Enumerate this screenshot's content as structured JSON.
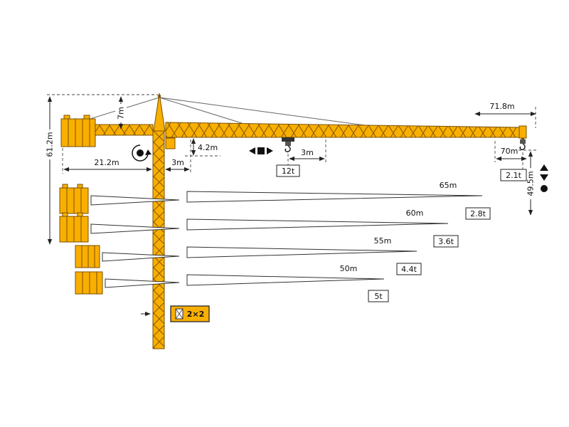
{
  "diagram": {
    "type": "tower-crane-dimension-and-capacity-diagram",
    "colors": {
      "crane_yellow": "#F9AF00",
      "outline_brown": "#7B5200",
      "line": "#222222"
    },
    "dimensions": {
      "total_radius": "71.8m",
      "tower_head": "7m",
      "overall_height": "61.2m",
      "counterjib_radius": "21.2m",
      "rear_offset": "3m",
      "jib_section_height": "4.2m",
      "trolley_offset": "3m",
      "max_radius": "70m",
      "hook_height": "49.5m"
    },
    "max_load": "12t",
    "tip_load": "2.1t",
    "mast_section": "2×2",
    "jib_variants": [
      {
        "length": "65m",
        "capacity": "2.8t"
      },
      {
        "length": "60m",
        "capacity": "3.6t"
      },
      {
        "length": "55m",
        "capacity": "4.4t"
      },
      {
        "length": "50m",
        "capacity": "5t"
      }
    ]
  }
}
